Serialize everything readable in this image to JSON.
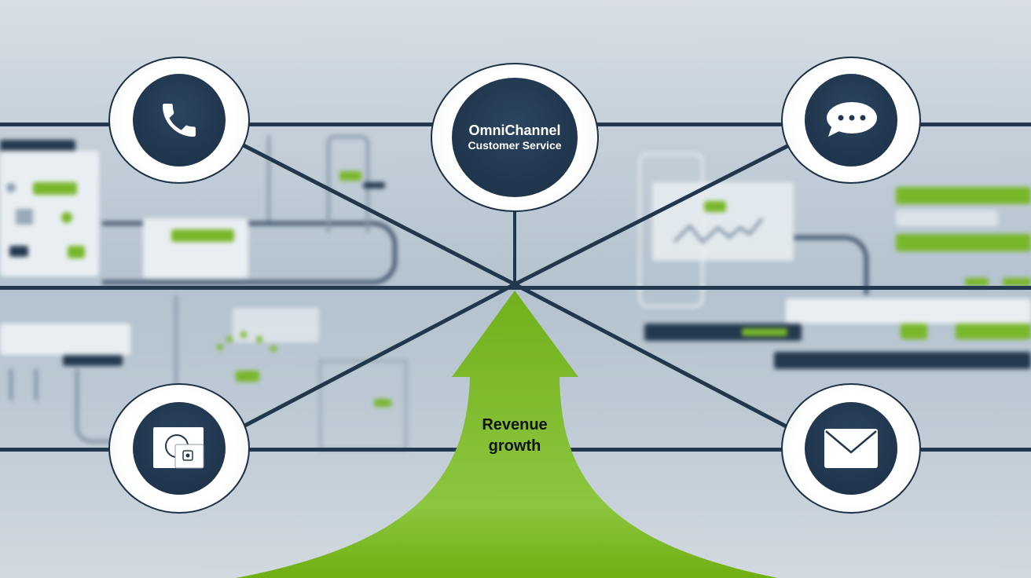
{
  "diagram": {
    "hub": {
      "title": "OmniChannel",
      "subtitle": "Customer Service"
    },
    "channels": [
      {
        "name": "phone",
        "icon": "phone-icon",
        "position": "top-left"
      },
      {
        "name": "chat",
        "icon": "chat-bubble-icon",
        "position": "top-right"
      },
      {
        "name": "video",
        "icon": "video-call-icon",
        "position": "bottom-left"
      },
      {
        "name": "email",
        "icon": "envelope-icon",
        "position": "bottom-right"
      }
    ],
    "arrow": {
      "label_line1": "Revenue",
      "label_line2": "growth"
    },
    "colors": {
      "navy": "#213850",
      "green": "#78b72a",
      "background": "#c3ced8",
      "white": "#ffffff"
    }
  }
}
